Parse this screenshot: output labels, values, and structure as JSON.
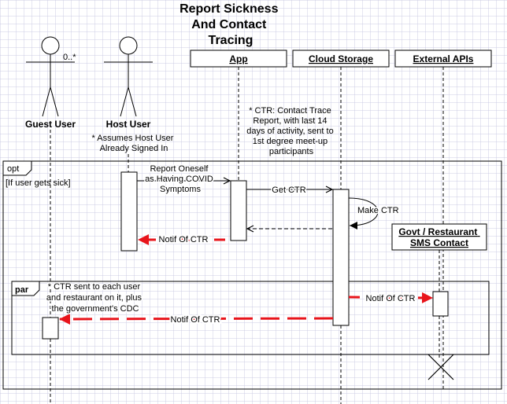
{
  "title_lines": [
    "Report Sickness",
    "And Contact",
    "Tracing"
  ],
  "actors": {
    "guest_user": {
      "label": "Guest User",
      "multiplicity": "0..*"
    },
    "host_user": {
      "label": "Host User",
      "note_lines": [
        "* Assumes Host User",
        "Already Signed In"
      ]
    }
  },
  "participants": {
    "app": "App",
    "cloud_storage": "Cloud Storage",
    "external_apis": "External APIs",
    "govt_contact_lines": [
      "Govt / Restaurant",
      "SMS Contact"
    ]
  },
  "notes": {
    "ctr_lines": [
      "* CTR: Contact Trace",
      "Report, with last 14",
      "days of activity, sent to",
      "1st degree meet-up",
      "participants"
    ],
    "par_lines": [
      "* CTR sent to each user",
      "and restaurant on it, plus",
      "the government's CDC"
    ]
  },
  "fragments": {
    "opt": {
      "operator": "opt",
      "guard": "[If user gets sick]"
    },
    "par": {
      "operator": "par"
    }
  },
  "messages": {
    "report": [
      "Report Oneself",
      "as Having COVID",
      "Symptoms"
    ],
    "get_ctr": "Get CTR",
    "make_ctr": "Make CTR",
    "notif_host": "Notif Of CTR",
    "notif_govt": "Notif Of CTR",
    "notif_guest": "Notif Of CTR"
  },
  "colors": {
    "highlight": "#e8141b",
    "line": "#000000"
  }
}
